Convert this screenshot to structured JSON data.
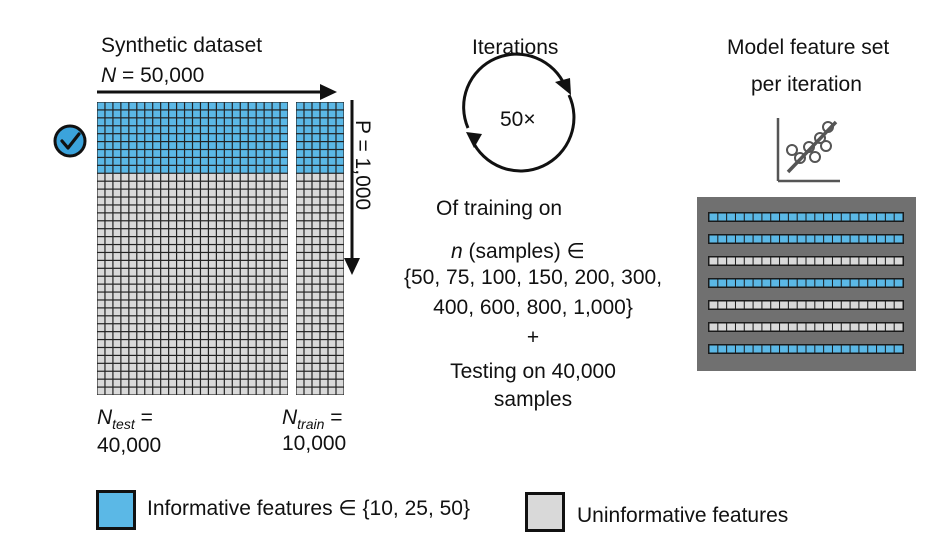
{
  "dataset": {
    "title": "Synthetic dataset",
    "n_symbol": "N",
    "n_rest": " = 50,000",
    "p_label": "P = 1,000",
    "test_symbol": "N",
    "test_sub": "test",
    "test_eq": " =",
    "test_value": "40,000",
    "train_symbol": "N",
    "train_sub": "train",
    "train_eq": " =",
    "train_value": "10,000"
  },
  "iterations": {
    "title": "Iterations",
    "count": "50×",
    "training_label": "Of training on",
    "n_symbol": "n",
    "n_rest": " (samples) ∈",
    "values_line1": "{50, 75, 100, 150, 200, 300,",
    "values_line2": "400, 600, 800, 1,000}",
    "plus": "+",
    "testing_line1": "Testing on 40,000",
    "testing_line2": "samples"
  },
  "model": {
    "title_line1": "Model feature set",
    "title_line2": "per iteration",
    "rows": [
      "informative",
      "informative",
      "uninformative",
      "informative",
      "uninformative",
      "uninformative",
      "informative"
    ]
  },
  "legend": {
    "informative_label": "Informative features ∈ {10, 25, 50}",
    "uninformative_label": "Uninformative features"
  },
  "colors": {
    "informative": "#5bb8e6",
    "uninformative": "#d9d9d9",
    "grid_line": "#222222",
    "panel_bg": "#707070",
    "check": "#3ba3dc"
  },
  "icons": {
    "check": "check-circle-icon",
    "scatter": "scatter-plot-icon"
  }
}
